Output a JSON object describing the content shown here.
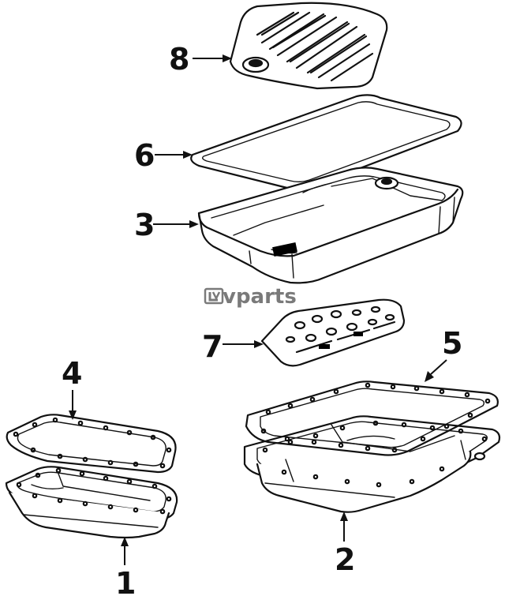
{
  "callouts": {
    "c1": "1",
    "c2": "2",
    "c3": "3",
    "c4": "4",
    "c5": "5",
    "c6": "6",
    "c7": "7",
    "c8": "8"
  },
  "watermark": {
    "brand_text": "vparts",
    "logo_icon": "lv-logo-icon"
  }
}
